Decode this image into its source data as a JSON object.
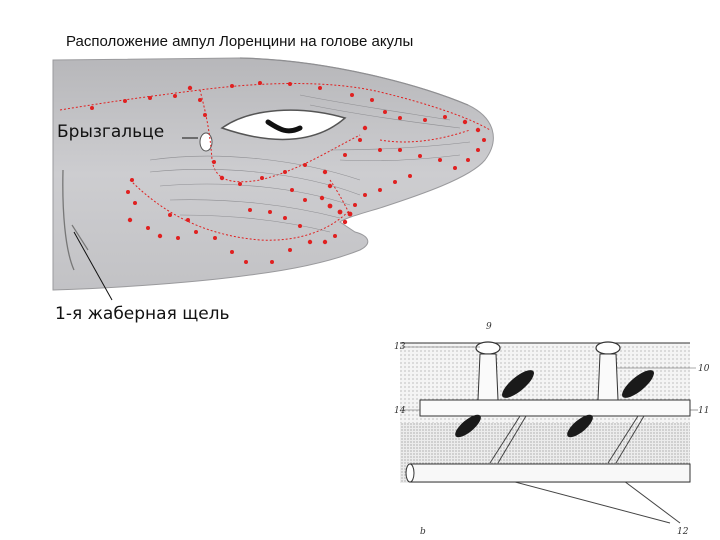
{
  "title": "Расположение ампул Лоренцини на голове акулы",
  "labels": {
    "spiracle": "Брызгальце",
    "gill_slit": "1-я жаберная щель"
  },
  "section_numbers": [
    "9",
    "13",
    "10",
    "14",
    "11",
    "12",
    "b"
  ],
  "colors": {
    "head": "#c9c9cb",
    "ampullae": "#e02020",
    "canals": "#e02020"
  }
}
